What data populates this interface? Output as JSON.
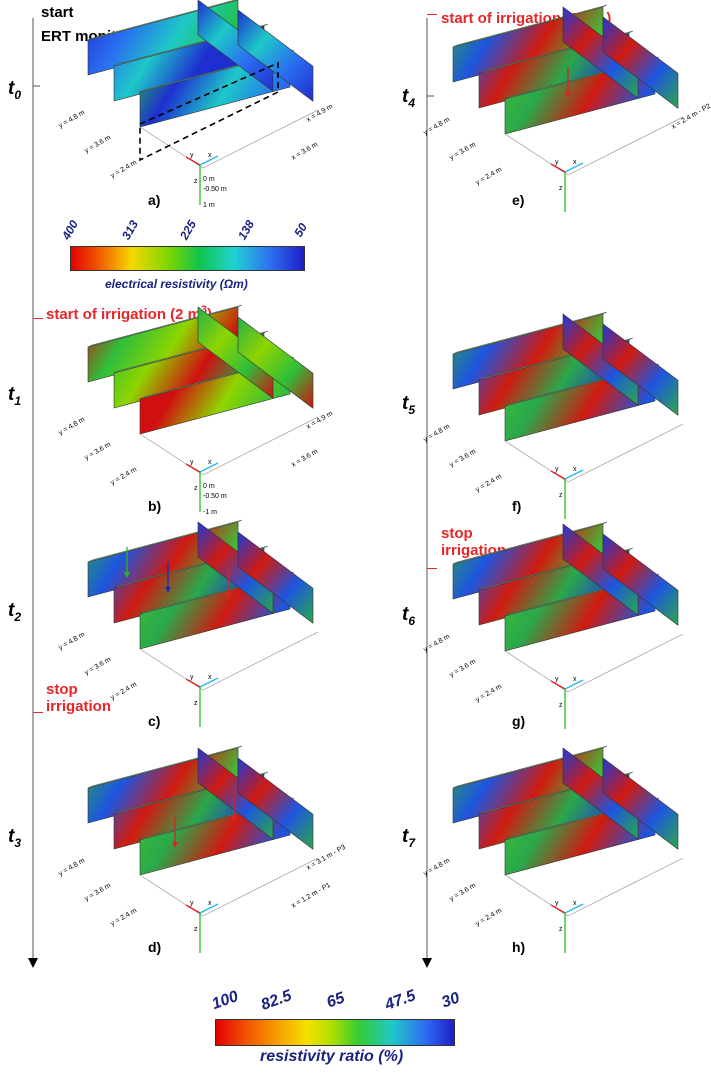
{
  "header": {
    "start": "start",
    "ert": "ERT monitoring"
  },
  "events": {
    "irrigation_left": "start of irrigation (2 m",
    "irrigation_left_sup": "3",
    "irrigation_left_close": ")",
    "irrigation_right": "start of irrigation (2 m",
    "irrigation_right_sup": "3",
    "irrigation_right_close": " )",
    "stop_left_1": "stop",
    "stop_left_2": "irrigation",
    "stop_right_1": "stop",
    "stop_right_2": "irrigation"
  },
  "times": [
    {
      "t": "t",
      "sub": "0"
    },
    {
      "t": "t",
      "sub": "1"
    },
    {
      "t": "t",
      "sub": "2"
    },
    {
      "t": "t",
      "sub": "3"
    },
    {
      "t": "t",
      "sub": "4"
    },
    {
      "t": "t",
      "sub": "5"
    },
    {
      "t": "t",
      "sub": "6"
    },
    {
      "t": "t",
      "sub": "7"
    }
  ],
  "panels": [
    "a)",
    "b)",
    "c)",
    "d)",
    "e)",
    "f)",
    "g)",
    "h)"
  ],
  "axis_labels": {
    "y48": "y = 4.8 m",
    "y36": "y = 3.6 m",
    "y24": "y = 2.4 m",
    "x49": "x = 4.9 m",
    "x36": "x = 3.6 m",
    "x24p2": "x = 2.4 m - P2",
    "x31p3": "x = 3.1 m - P3",
    "x12p1": "x = 1.2 m - P1",
    "z0": "0 m",
    "z050": "-0.50 m",
    "z1a": "1 m",
    "z1b": "-1 m",
    "ax_x": "x",
    "ax_y": "y",
    "ax_z": "z"
  },
  "colorbar_resistivity": {
    "ticks": [
      "400",
      "313",
      "225",
      "138",
      "50"
    ],
    "label": "electrical resistivity (Ωm)"
  },
  "colorbar_ratio": {
    "ticks": [
      "100",
      "82.5",
      "65",
      "47.5",
      "30"
    ],
    "label": "resistivity ratio (%)"
  },
  "colors": {
    "red": "#e8262a",
    "navy": "#1a237e"
  }
}
